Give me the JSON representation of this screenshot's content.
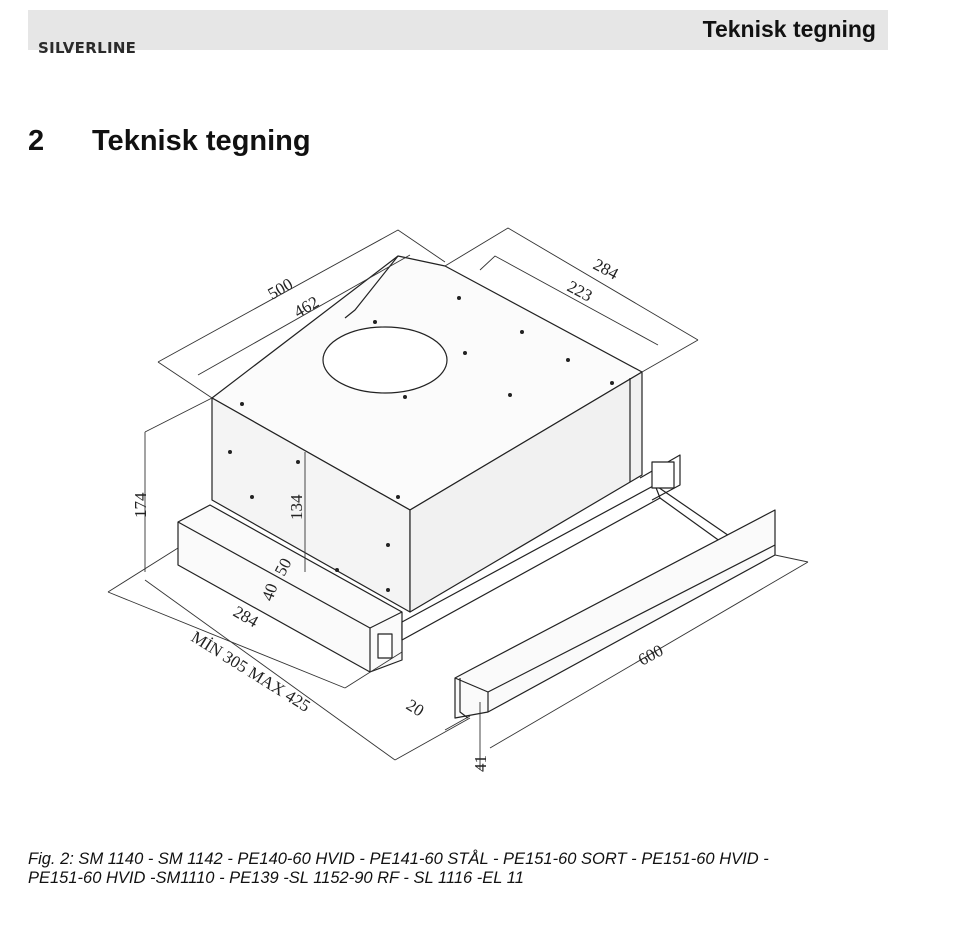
{
  "header": {
    "title": "Teknisk tegning",
    "logo": "SILVERLINE"
  },
  "section": {
    "number": "2",
    "title": "Teknisk tegning"
  },
  "drawing": {
    "dimensions": {
      "d500": "500",
      "d462": "462",
      "d284_top": "284",
      "d223": "223",
      "d174": "174",
      "d134": "134",
      "d50": "50",
      "d40": "40",
      "d284_side": "284",
      "d_min_max": "MİN 305  MAX 425",
      "d600": "600",
      "d20": "20",
      "d41": "41"
    }
  },
  "caption": {
    "line1": "Fig. 2: SM 1140 - SM 1142 - PE140-60 HVID - PE141-60 STÅL - PE151-60 SORT - PE151-60 HVID -",
    "line2": "PE151-60 HVID -SM1110 - PE139 -SL 1152-90 RF - SL 1116 -EL 11"
  }
}
